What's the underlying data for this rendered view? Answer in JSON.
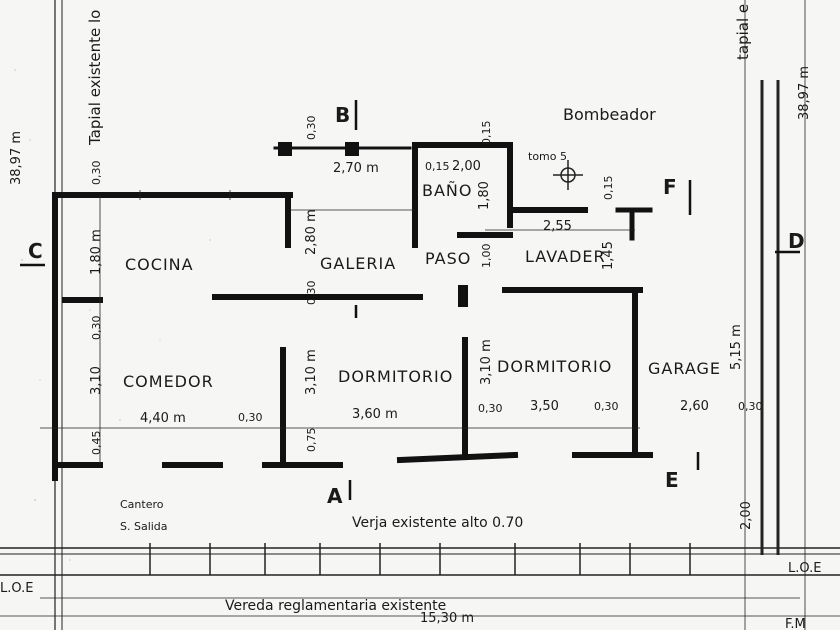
{
  "sheet": {
    "rooms": {
      "cocina": "COCINA",
      "comedor": "COMEDOR",
      "galeria": "GALERIA",
      "paso": "PASO",
      "bano": "BAÑO",
      "lavadero": "LAVADER",
      "dormitorio_1": "DORMITORIO",
      "dormitorio_2": "DORMITORIO",
      "garage": "GARAGE"
    },
    "section_marks": {
      "a": "A",
      "b": "B",
      "c": "C",
      "d": "D",
      "e": "E",
      "f": "F"
    },
    "annotations": {
      "bombeador": "Bombeador",
      "tanque": "tomo 5",
      "tapial_izq": "Tapial existente lo",
      "tapial_der": "tapial e",
      "verja": "Verja existente alto 0.70",
      "vereda": "Vereda reglamentaria existente",
      "loe_left": "L.O.E",
      "loe_right": "L.O.E",
      "fm": "F.M",
      "salida": "S. Salida",
      "cantero": "Cantero"
    },
    "dimensions": {
      "lot_left": "38,97 m",
      "lot_right": "38,97 m",
      "galeria_width": "2,70 m",
      "bano_width": "2,00",
      "bano_height": "1,80",
      "bano_015": "0,15",
      "lavadero_width": "2,55",
      "lavadero_height": "1,45",
      "cocina_height": "1,80 m",
      "galeria_height": "2,80 m",
      "comedor_height": "3,10",
      "comedor_width": "4,40 m",
      "dorm1_height": "3,10 m",
      "dorm1_width": "3,60 m",
      "dorm2_height": "3,10 m",
      "dorm2_width": "3,50",
      "garage_width": "2,60",
      "garage_depth": "5,15 m",
      "front_setback": "2,00",
      "total_width": "15,30 m",
      "wall_030": "0,30",
      "wall_045": "0,45",
      "wall_075": "0,75",
      "wall_015": "0,15",
      "paso_100": "1,00"
    }
  }
}
